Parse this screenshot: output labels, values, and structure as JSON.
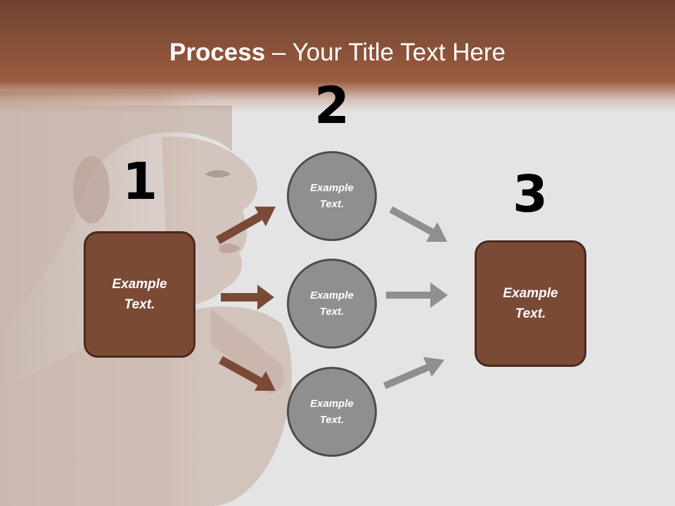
{
  "slide": {
    "title_bold": "Process",
    "title_rest": " – Your Title Text Here"
  },
  "steps": {
    "n1": "1",
    "n2": "2",
    "n3": "3"
  },
  "boxes": {
    "left": {
      "line1": "Example",
      "line2": "Text."
    },
    "right": {
      "line1": "Example",
      "line2": "Text."
    }
  },
  "circles": [
    {
      "line1": "Example",
      "line2": "Text."
    },
    {
      "line1": "Example",
      "line2": "Text."
    },
    {
      "line1": "Example",
      "line2": "Text."
    }
  ],
  "colors": {
    "brown_box": "#7a4a36",
    "brown_arrow": "#7a4a36",
    "gray_circle": "#8f8f8f",
    "gray_arrow": "#8f8f8f"
  }
}
